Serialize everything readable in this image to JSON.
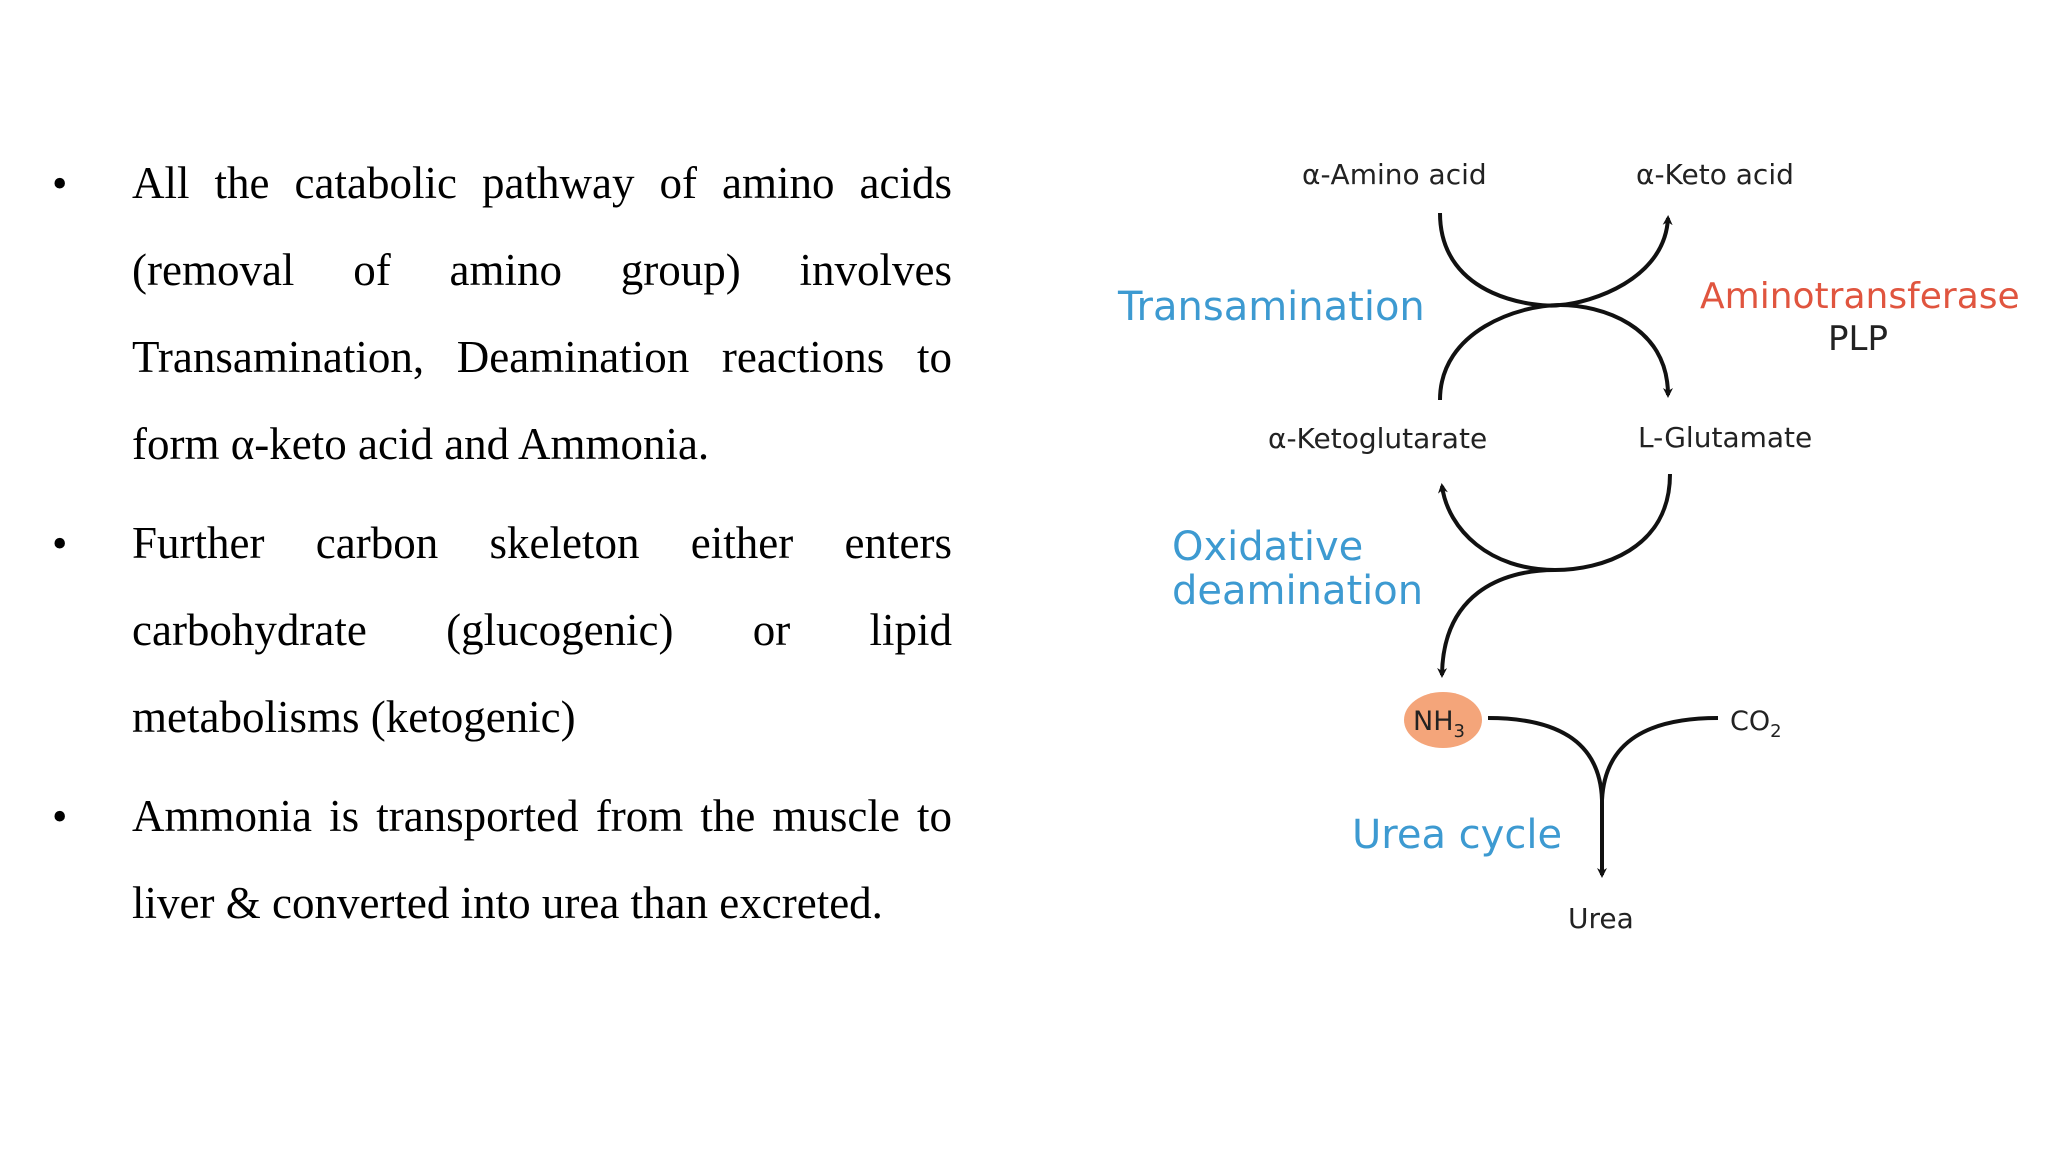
{
  "bullets": [
    {
      "text": "All the catabolic pathway of amino acids (removal of amino group) involves Transamination, Deamination reactions to form α-keto acid and Ammonia."
    },
    {
      "text": "Further carbon skeleton either enters carbohydrate (glucogenic) or lipid metabolisms (ketogenic)"
    },
    {
      "text": "Ammonia is transported from the muscle to liver & converted into urea than excreted."
    }
  ],
  "bullet_glyph": "•",
  "diagram": {
    "alpha_amino_acid": "α-Amino acid",
    "alpha_keto_acid": "α-Keto acid",
    "transamination": "Transamination",
    "aminotransferase": "Aminotransferase",
    "plp": "PLP",
    "alpha_ketoglutarate": "α-Ketoglutarate",
    "l_glutamate": "L-Glutamate",
    "oxidative": "Oxidative",
    "deamination": "deamination",
    "nh3_main": "NH",
    "nh3_sub": "3",
    "co2_main": "CO",
    "co2_sub": "2",
    "urea_cycle": "Urea cycle",
    "urea": "Urea",
    "colors": {
      "blue_label": "#3d9ad1",
      "red_label": "#e0553f",
      "nh3_fill": "#f4a57a",
      "arrow": "#111111"
    }
  }
}
